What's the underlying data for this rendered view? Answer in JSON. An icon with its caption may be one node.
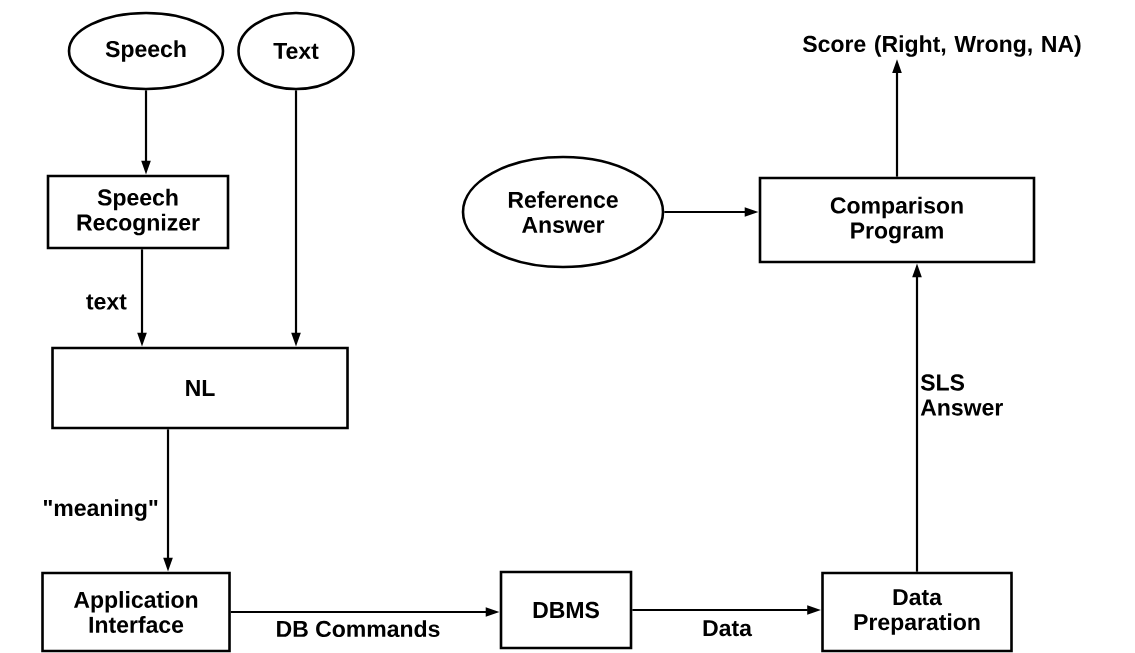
{
  "diagram": {
    "nodes": [
      {
        "text": [
          "Speech"
        ]
      },
      {
        "text": [
          "Text"
        ]
      },
      {
        "text": [
          "Speech Recognizer"
        ]
      },
      {
        "text": [
          "NL"
        ]
      },
      {
        "text": [
          "Application Interface"
        ]
      },
      {
        "text": [
          "DBMS"
        ]
      },
      {
        "text": [
          "Data Preparation"
        ]
      },
      {
        "text": [
          "Reference Answer"
        ]
      },
      {
        "text": [
          "Comparison Program"
        ]
      },
      {
        "text": [
          "Score (Right, Wrong, NA)"
        ]
      }
    ],
    "edges": [
      {
        "from": 0,
        "to": 2,
        "arrow": "to"
      },
      {
        "from": 2,
        "to": 3,
        "arrow": "to",
        "label": "text"
      },
      {
        "from": 1,
        "to": 3,
        "arrow": "to"
      },
      {
        "from": 3,
        "to": 4,
        "arrow": "to",
        "label": "\"meaning\""
      },
      {
        "from": 4,
        "to": 5,
        "arrow": "to",
        "label": "DB Commands"
      },
      {
        "from": 5,
        "to": 6,
        "arrow": "to",
        "label": "Data"
      },
      {
        "from": 6,
        "to": 8,
        "arrow": "to",
        "label": "SLS Answer"
      },
      {
        "from": 7,
        "to": 8,
        "arrow": "to"
      },
      {
        "from": 8,
        "to": 9,
        "arrow": "to"
      }
    ]
  }
}
